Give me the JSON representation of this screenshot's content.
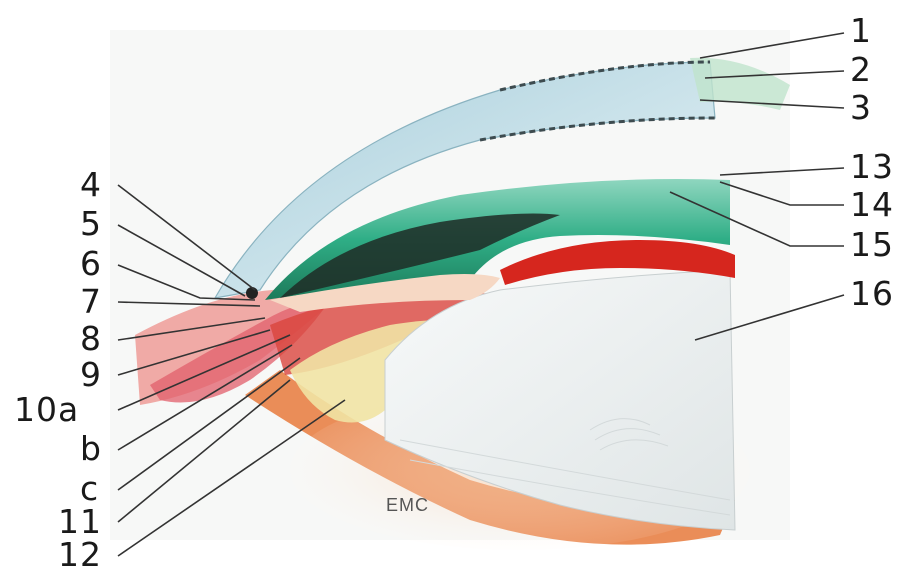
{
  "labels": {
    "l1": "1",
    "l2": "2",
    "l3": "3",
    "l4": "4",
    "l5": "5",
    "l6": "6",
    "l7": "7",
    "l8": "8",
    "l9": "9",
    "l10a": "10a",
    "lb": "b",
    "lc": "c",
    "l11": "11",
    "l12": "12",
    "l13": "13",
    "l14": "14",
    "l15": "15",
    "l16": "16"
  },
  "watermark": "EMC",
  "colors": {
    "cornea": "#bcd9e3",
    "iris": "#39b68c",
    "ciliary_red": "#d6261e",
    "sclera_pink": "#e9a7a0",
    "lens": "#eef2f2",
    "leader": "#333333"
  }
}
